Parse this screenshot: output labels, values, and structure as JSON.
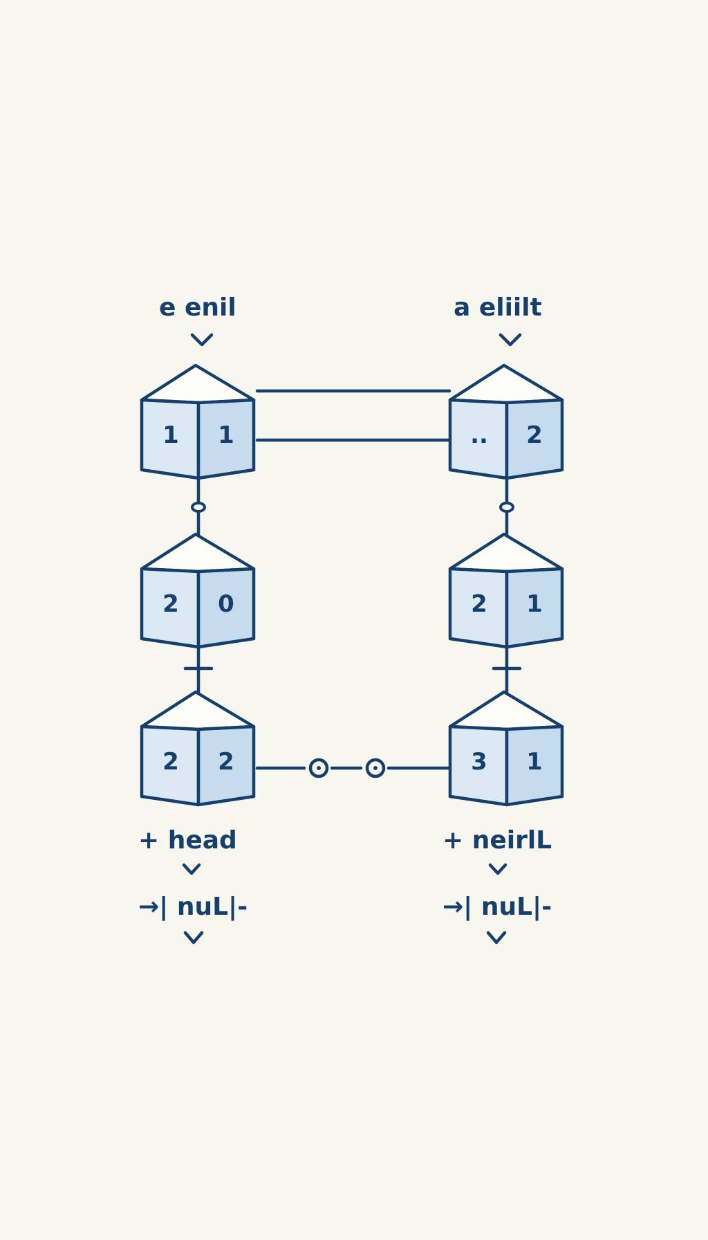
{
  "colors": {
    "background": "#f7f6ef",
    "ink": "#173f6b",
    "cube_top": "#fdfdf8",
    "cube_left": "#dbe9f4",
    "cube_right": "#c6dcee"
  },
  "labels": {
    "top_left": "e enil",
    "top_right": "a eliilt",
    "bottom_left_head": "+ head",
    "bottom_left_null": "→| nuL|-",
    "bottom_right_head": "+ neirlL",
    "bottom_right_null": "→| nuL|-",
    "chevron": "v"
  },
  "nodes": {
    "left_col": [
      {
        "left": "1",
        "right": "1"
      },
      {
        "left": "2",
        "right": "0"
      },
      {
        "left": "2",
        "right": "2"
      }
    ],
    "right_col": [
      {
        "left": "..",
        "right": "2"
      },
      {
        "left": "2",
        "right": "1"
      },
      {
        "left": "3",
        "right": "1"
      }
    ]
  }
}
